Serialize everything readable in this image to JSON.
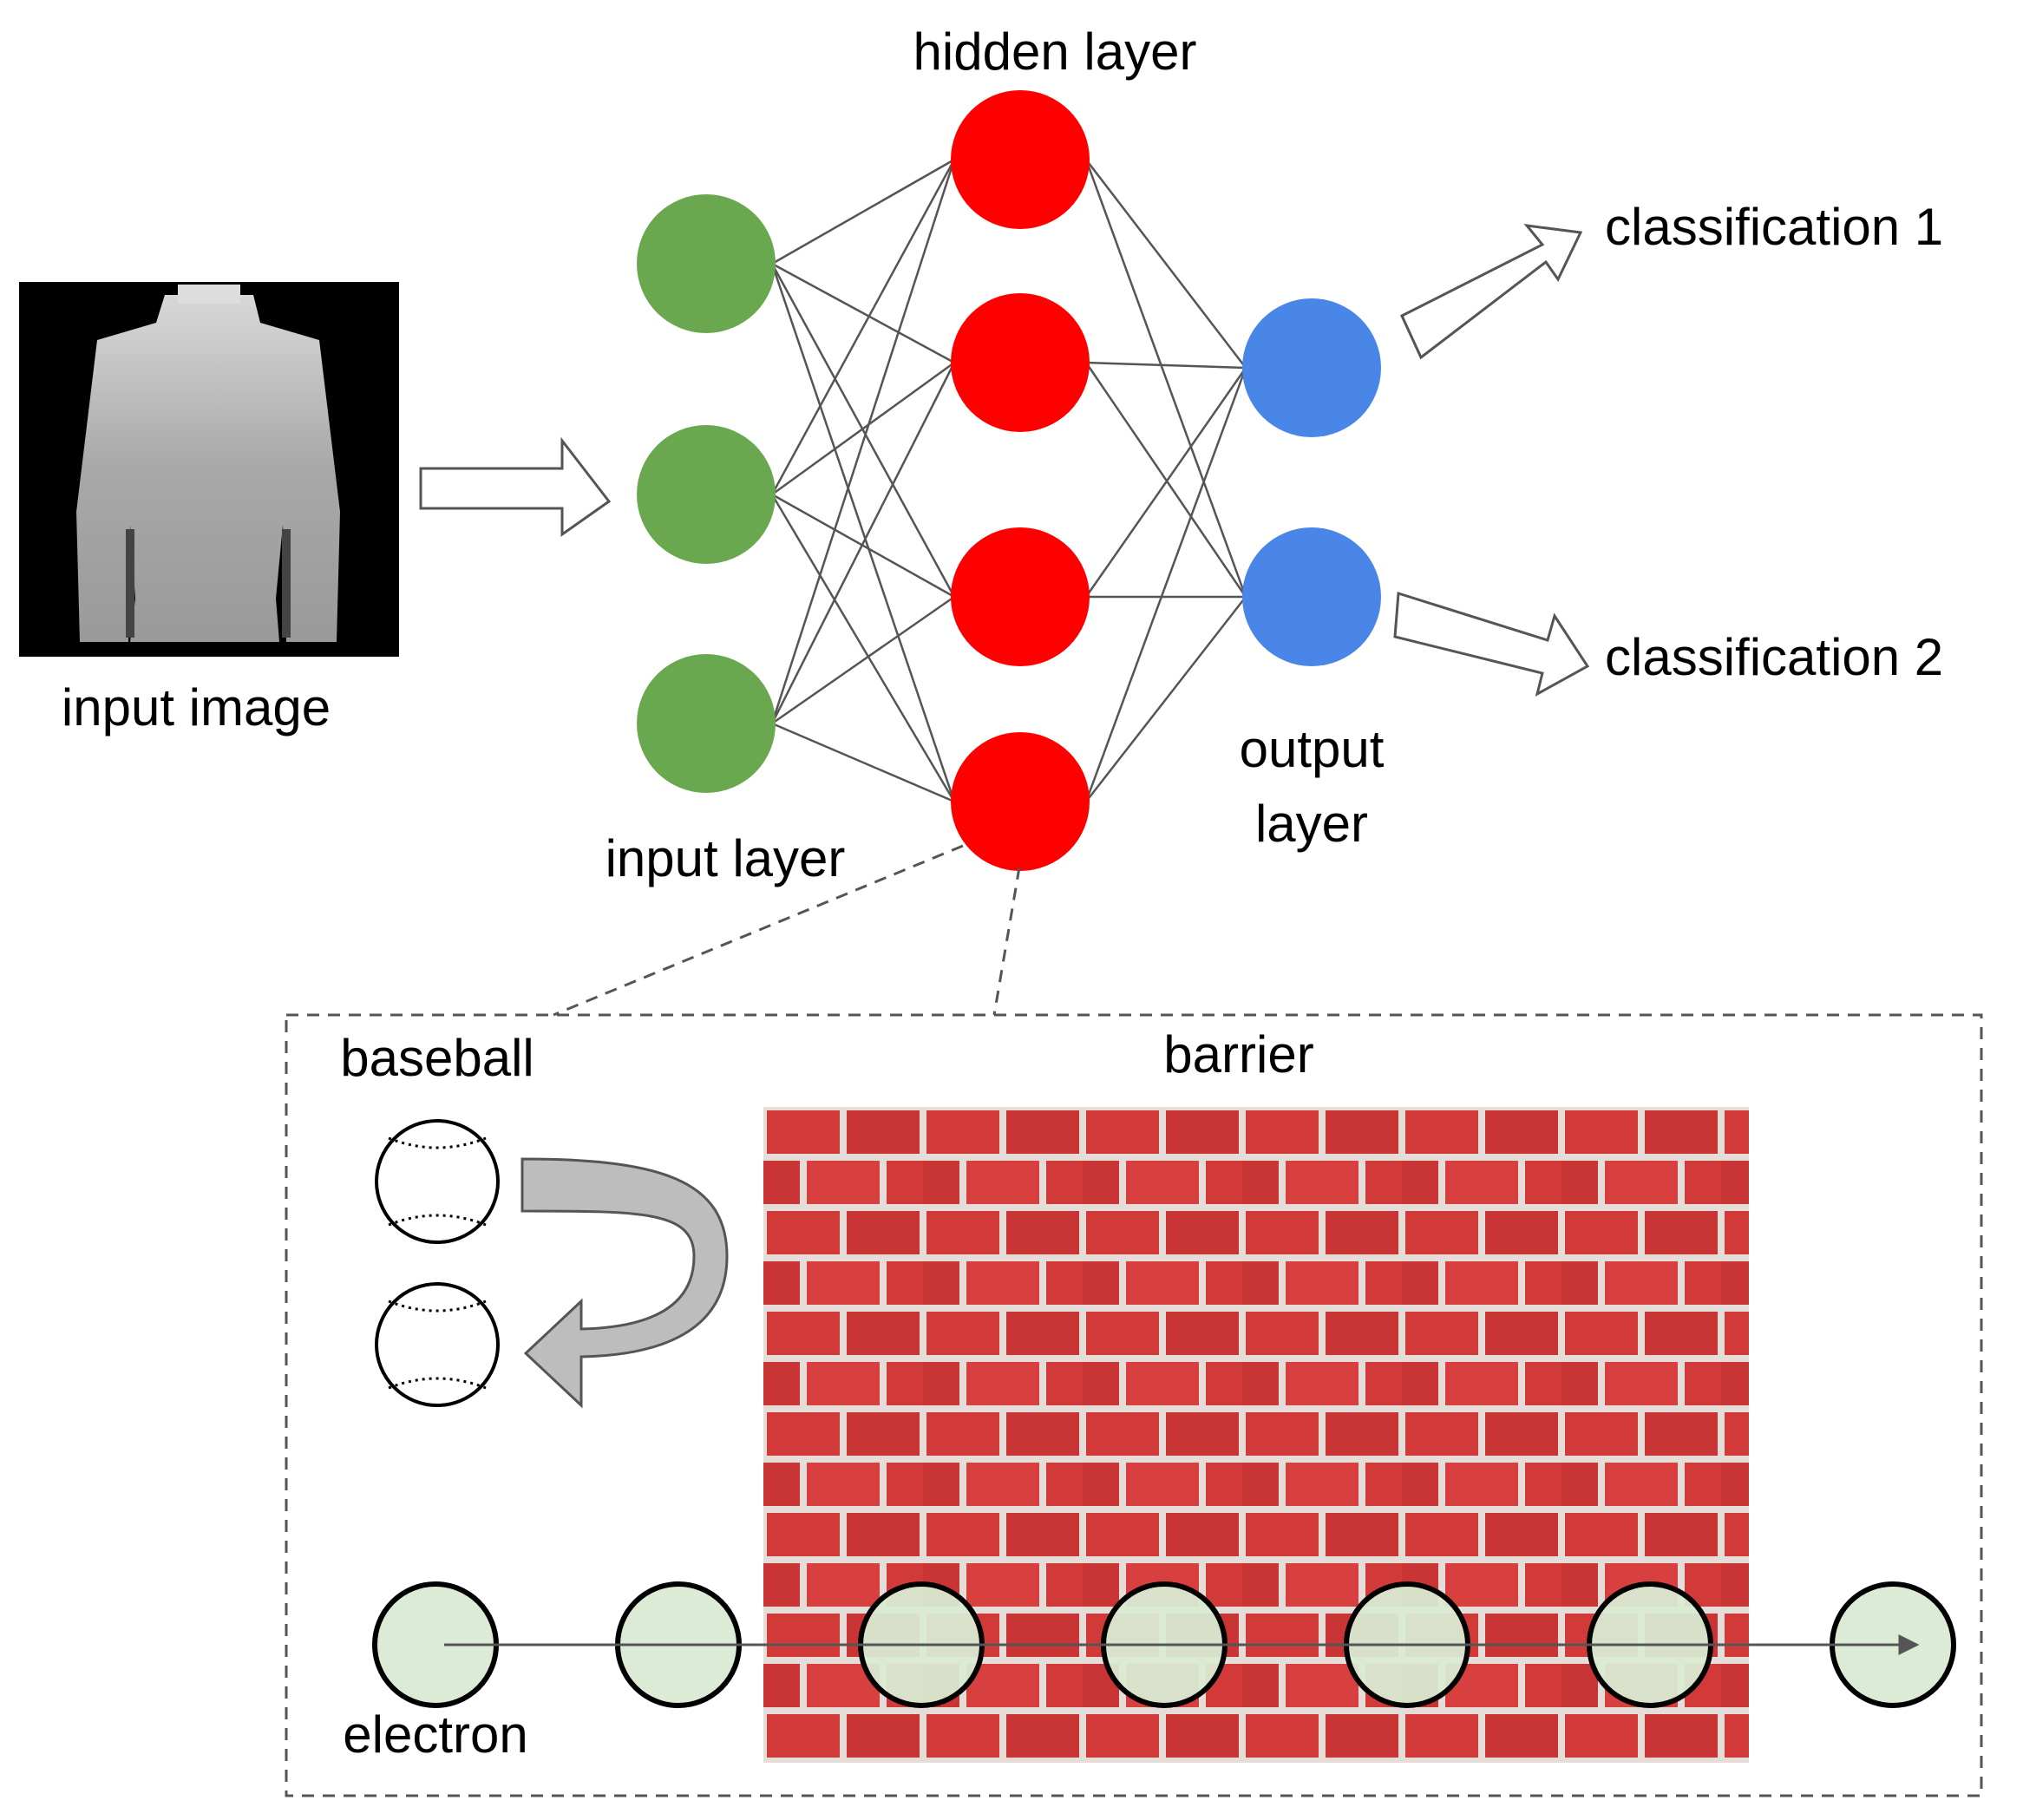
{
  "labels": {
    "input_image": "input image",
    "hidden_layer": "hidden layer",
    "input_layer": "input layer",
    "output_line1": "output",
    "output_line2": "layer",
    "classification_1": "classification 1",
    "classification_2": "classification 2",
    "baseball": "baseball",
    "barrier": "barrier",
    "electron": "electron"
  },
  "network": {
    "input_count": 3,
    "hidden_count": 4,
    "output_count": 2
  },
  "electron_count": 7,
  "colors": {
    "input_node": "#6aa84f",
    "hidden_node": "#ff0000",
    "output_node": "#4a86e8",
    "electron_fill": "#d9ead3",
    "brick": "#d23a3a",
    "mortar": "#e6dcd8",
    "connection": "#555555"
  }
}
